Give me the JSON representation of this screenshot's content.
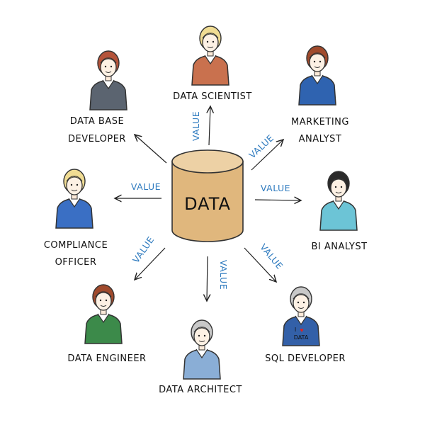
{
  "center": {
    "label": "DATA",
    "fill": "#e0b77d",
    "top_fill": "#edd1a5"
  },
  "value_label": "VALUE",
  "roles": [
    {
      "id": "data-scientist",
      "lines": [
        "DATA SCIENTIST"
      ],
      "shirt": "#c9714e",
      "hair": "#f0dc93"
    },
    {
      "id": "database-developer",
      "lines": [
        "DATA BASE",
        "DEVELOPER"
      ],
      "shirt": "#5b6470",
      "hair": "#b5533a"
    },
    {
      "id": "marketing-analyst",
      "lines": [
        "MARKETING",
        "ANALYST"
      ],
      "shirt": "#2f63b0",
      "hair": "#a04a2c"
    },
    {
      "id": "compliance-officer",
      "lines": [
        "COMPLIANCE",
        "OFFICER"
      ],
      "shirt": "#3a6fc4",
      "hair": "#f0dc93"
    },
    {
      "id": "bi-analyst",
      "lines": [
        "BI ANALYST"
      ],
      "shirt": "#6cc4d6",
      "hair": "#2a2a2a"
    },
    {
      "id": "data-engineer",
      "lines": [
        "DATA ENGINEER"
      ],
      "shirt": "#3c8a4a",
      "hair": "#a04a2c"
    },
    {
      "id": "data-architect",
      "lines": [
        "DATA ARCHITECT"
      ],
      "shirt": "#8aaed6",
      "hair": "#c8c8c8"
    },
    {
      "id": "sql-developer",
      "lines": [
        "SQL DEVELOPER"
      ],
      "shirt": "#3360a8",
      "hair": "#c8c8c8",
      "shirt_text": [
        "I",
        "DATA"
      ]
    }
  ]
}
